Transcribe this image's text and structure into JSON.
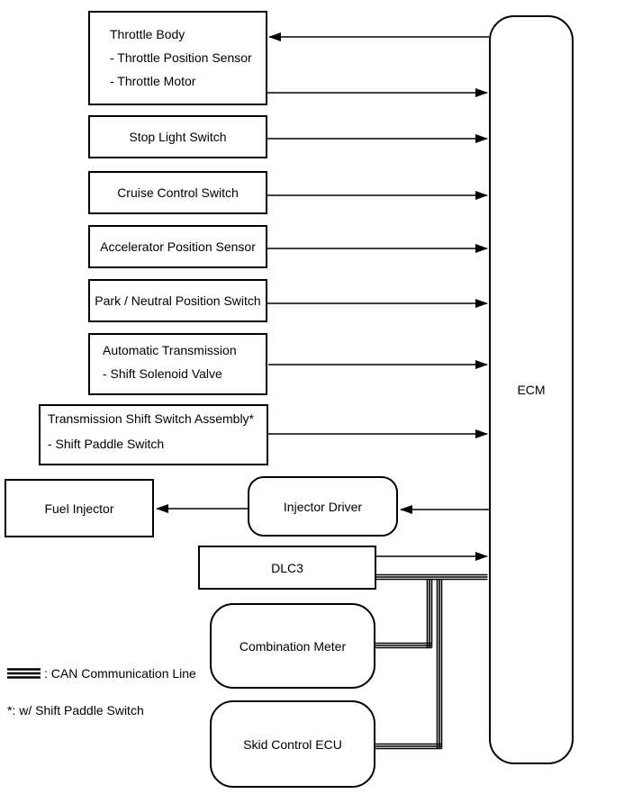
{
  "diagram": {
    "type": "block-diagram",
    "boxes": {
      "throttle_body": {
        "lines": [
          "Throttle Body",
          "- Throttle Position Sensor",
          "- Throttle Motor"
        ]
      },
      "stop_light_switch": {
        "label": "Stop Light Switch"
      },
      "cruise_control_switch": {
        "label": "Cruise Control Switch"
      },
      "accelerator_position_sensor": {
        "label": "Accelerator Position Sensor"
      },
      "park_neutral_position_switch": {
        "label": "Park / Neutral Position Switch"
      },
      "automatic_transmission": {
        "lines": [
          "Automatic Transmission",
          "- Shift Solenoid Valve"
        ]
      },
      "transmission_shift_switch_assembly": {
        "lines": [
          "Transmission Shift Switch Assembly*",
          "- Shift Paddle Switch"
        ]
      },
      "fuel_injector": {
        "label": "Fuel Injector"
      },
      "injector_driver": {
        "label": "Injector Driver"
      },
      "dlc3": {
        "label": "DLC3"
      },
      "combination_meter": {
        "label": "Combination Meter"
      },
      "skid_control_ecu": {
        "label": "Skid Control ECU"
      },
      "ecm": {
        "label": "ECM"
      }
    },
    "legend": {
      "can_label": ": CAN Communication Line",
      "footnote": "*: w/ Shift Paddle Switch"
    },
    "connections": [
      {
        "from": "ecm",
        "to": "throttle_body",
        "style": "arrow"
      },
      {
        "from": "throttle_body",
        "to": "ecm",
        "style": "arrow"
      },
      {
        "from": "stop_light_switch",
        "to": "ecm",
        "style": "arrow"
      },
      {
        "from": "cruise_control_switch",
        "to": "ecm",
        "style": "arrow"
      },
      {
        "from": "accelerator_position_sensor",
        "to": "ecm",
        "style": "arrow"
      },
      {
        "from": "park_neutral_position_switch",
        "to": "ecm",
        "style": "arrow"
      },
      {
        "from": "automatic_transmission",
        "to": "ecm",
        "style": "arrow"
      },
      {
        "from": "transmission_shift_switch_assembly",
        "to": "ecm",
        "style": "arrow"
      },
      {
        "from": "ecm",
        "to": "injector_driver",
        "style": "arrow"
      },
      {
        "from": "injector_driver",
        "to": "fuel_injector",
        "style": "arrow"
      },
      {
        "from": "dlc3",
        "to": "ecm",
        "style": "arrow"
      },
      {
        "from": "dlc3",
        "to": "ecm",
        "style": "can-triple-line"
      },
      {
        "from": "can_trunk",
        "to": "combination_meter",
        "style": "can-triple-line"
      },
      {
        "from": "can_trunk",
        "to": "skid_control_ecu",
        "style": "can-triple-line"
      }
    ],
    "colors": {
      "line": "#000000",
      "box_border": "#000000",
      "background": "#ffffff",
      "text": "#000000"
    }
  }
}
